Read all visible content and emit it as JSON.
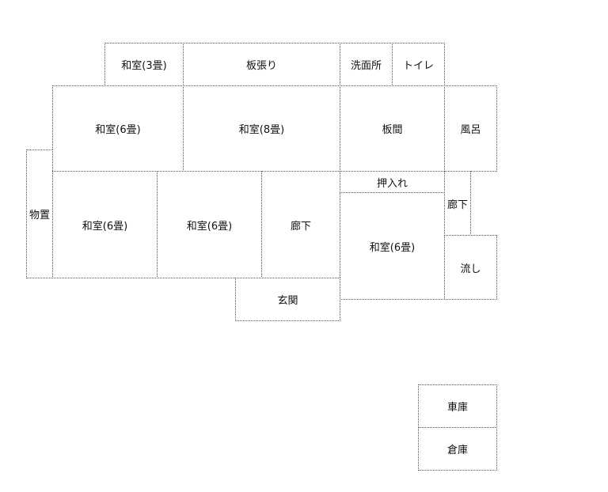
{
  "rooms": {
    "washitsu_3": "和室(3畳)",
    "itabari": "板張り",
    "senmenjo": "洗面所",
    "toilet": "トイレ",
    "washitsu_6_upper": "和室(6畳)",
    "washitsu_8": "和室(8畳)",
    "itanoma": "板間",
    "furo": "風呂",
    "oshiire": "押入れ",
    "monooki": "物置",
    "washitsu_6_lower_left": "和室(6畳)",
    "washitsu_6_lower_mid": "和室(6畳)",
    "rouka_center": "廊下",
    "washitsu_6_right": "和室(6畳)",
    "rouka_right": "廊下",
    "nagashi": "流し",
    "genkan": "玄関",
    "shako": "車庫",
    "souko": "倉庫"
  },
  "colors": {
    "border": "#555555",
    "text": "#111111",
    "background": "#ffffff"
  }
}
